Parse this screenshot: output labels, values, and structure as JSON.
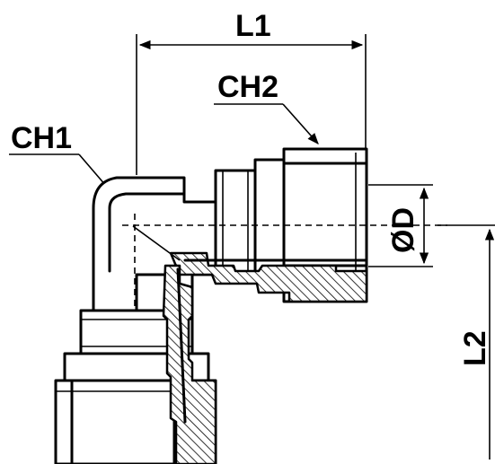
{
  "labels": {
    "l1": "L1",
    "l2": "L2",
    "ch1": "CH1",
    "ch2": "CH2",
    "od": "ØD"
  }
}
